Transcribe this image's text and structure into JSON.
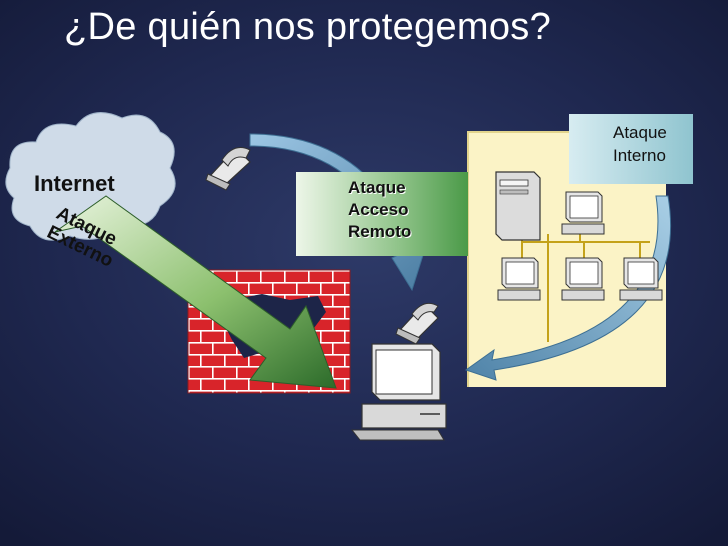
{
  "title": "¿De quién nos protegemos?",
  "labels": {
    "internet": "Internet",
    "externo": [
      "Ataque",
      "Externo"
    ],
    "remoto": [
      "Ataque",
      "Acceso",
      "Remoto"
    ],
    "interno": [
      "Ataque",
      "Interno"
    ]
  },
  "colors": {
    "background": "#1f2850",
    "title_text": "#ffffff",
    "lan_panel": "#fbf3c6",
    "firewall_brick": "#d8242a",
    "mortar": "#ffffff",
    "cloud": "#cfdbe8",
    "arrow_external": "#4f8e3c",
    "arrow_curved": "#6f9bb8",
    "label_remoto": "#6fb06a",
    "label_interno": "#a8d4dd"
  },
  "icons": [
    "cloud-icon",
    "phone-icon",
    "firewall-icon",
    "arrow-icon",
    "server-icon",
    "computer-icon"
  ]
}
